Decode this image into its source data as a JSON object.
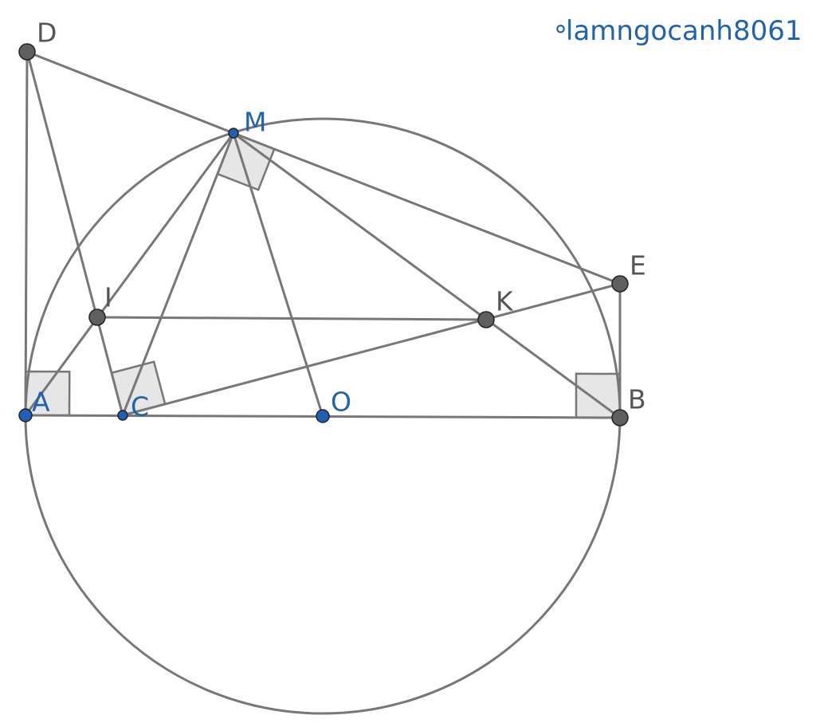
{
  "watermark": {
    "dot": "°",
    "text": "lamngocanh8061"
  },
  "colors": {
    "line": "#777777",
    "gray_point": "#5f5f5f",
    "blue_point": "#1f5fb8",
    "blue_label": "#1f62ad",
    "gray_label": "#555555",
    "square_fill": "#e6e6e6"
  },
  "points": [
    {
      "id": "D",
      "label": "D",
      "style": "gray"
    },
    {
      "id": "M",
      "label": "M",
      "style": "blue"
    },
    {
      "id": "E",
      "label": "E",
      "style": "gray"
    },
    {
      "id": "I",
      "label": "I",
      "style": "gray"
    },
    {
      "id": "K",
      "label": "K",
      "style": "gray"
    },
    {
      "id": "A",
      "label": "A",
      "style": "blue"
    },
    {
      "id": "C",
      "label": "C",
      "style": "blue"
    },
    {
      "id": "O",
      "label": "O",
      "style": "blue"
    },
    {
      "id": "B",
      "label": "B",
      "style": "gray"
    }
  ],
  "segments": [
    [
      "D",
      "A"
    ],
    [
      "D",
      "M"
    ],
    [
      "D",
      "C"
    ],
    [
      "M",
      "E"
    ],
    [
      "E",
      "B"
    ],
    [
      "A",
      "B"
    ],
    [
      "M",
      "A"
    ],
    [
      "M",
      "C"
    ],
    [
      "M",
      "O"
    ],
    [
      "M",
      "B"
    ],
    [
      "C",
      "E"
    ],
    [
      "I",
      "K"
    ]
  ],
  "circle": {
    "center": "O",
    "through": "A"
  },
  "right_angles": [
    {
      "vertex": "A",
      "rays": [
        "B",
        "D"
      ]
    },
    {
      "vertex": "C",
      "rays": [
        "D",
        "E"
      ]
    },
    {
      "vertex": "M",
      "rays": [
        "C",
        "E"
      ]
    },
    {
      "vertex": "B",
      "rays": [
        "A",
        "E"
      ]
    }
  ]
}
